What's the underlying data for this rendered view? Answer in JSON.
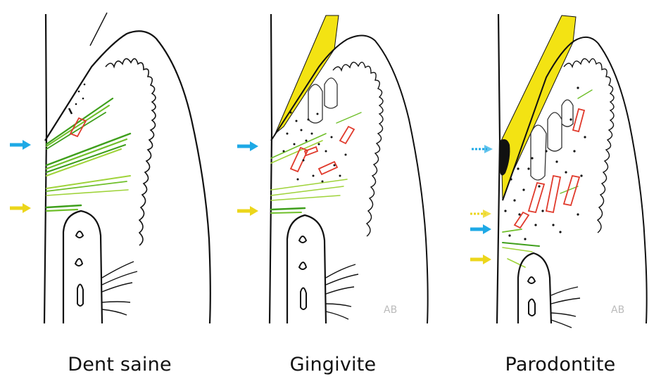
{
  "panels": [
    {
      "id": "healthy",
      "caption": "Dent saine"
    },
    {
      "id": "gingivitis",
      "caption": "Gingivite"
    },
    {
      "id": "periodontitis",
      "caption": "Parodontite",
      "signature": "AB"
    }
  ],
  "colors": {
    "outline": "#111111",
    "plaque": "#f3e313",
    "calculus": "#111111",
    "fibers_dark": "#3f9f1c",
    "fibers_light": "#9fd33a",
    "inflammation": "#e0392b",
    "arrow_blue": "#1ea9e6",
    "arrow_yellow": "#ecd61b"
  },
  "icons": [
    "arrow-right-icon",
    "arrow-right-dotted-icon"
  ]
}
